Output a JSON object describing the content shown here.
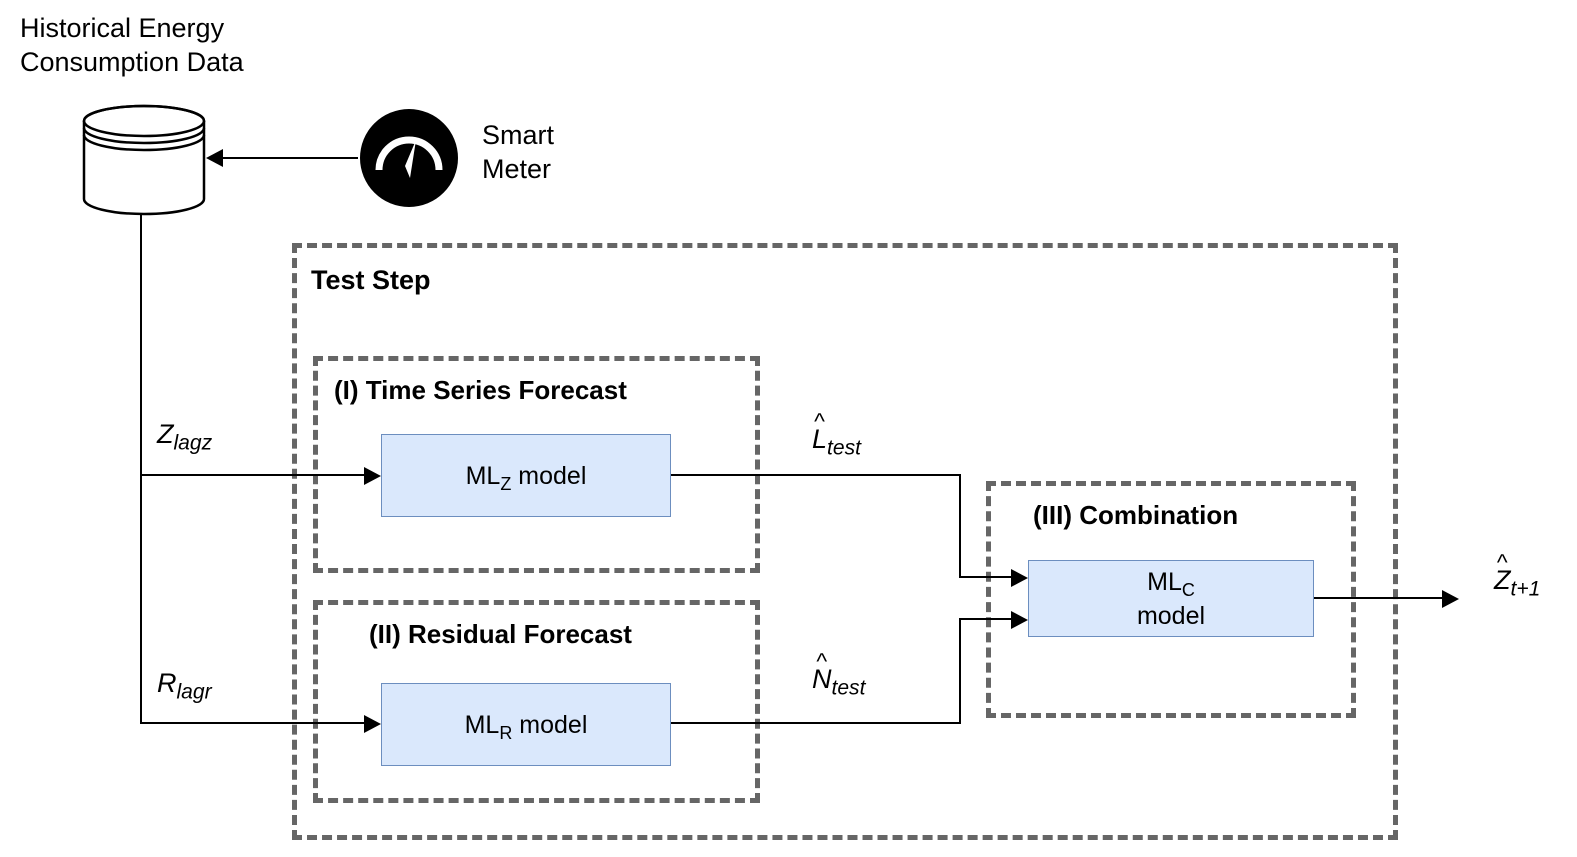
{
  "diagram": {
    "title": "Historical Energy Consumption Data",
    "source_label": "Historical Energy\nConsumption Data",
    "smart_meter_label": "Smart\nMeter",
    "icons": {
      "database": "database-cylinder-icon",
      "smart_meter": "gauge-meter-icon"
    },
    "outer_group": {
      "label": "Test Step"
    },
    "groups": [
      {
        "id": "I",
        "label": "(I) Time Series Forecast"
      },
      {
        "id": "II",
        "label": "(II) Residual Forecast"
      },
      {
        "id": "III",
        "label": "(III) Combination"
      }
    ],
    "blocks": [
      {
        "id": "mlz",
        "prefix": "ML",
        "subscript": "Z",
        "suffix": " model",
        "line2": ""
      },
      {
        "id": "mlr",
        "prefix": "ML",
        "subscript": "R",
        "suffix": " model",
        "line2": ""
      },
      {
        "id": "mlc",
        "prefix": "ML",
        "subscript": "C",
        "suffix": "",
        "line2": "model"
      }
    ],
    "signals": {
      "input_top": {
        "base": "Z",
        "sub": "lagz",
        "hat": false
      },
      "input_bottom": {
        "base": "R",
        "sub": "lagr",
        "hat": false
      },
      "mid_top": {
        "base": "L",
        "sub": "test",
        "hat": true,
        "hat_glyph": "^"
      },
      "mid_bottom": {
        "base": "N",
        "sub": "test",
        "hat": true,
        "hat_glyph": "^"
      },
      "output": {
        "base": "Z",
        "sub": "t+1",
        "hat": true,
        "hat_glyph": "^"
      }
    },
    "colors": {
      "box_fill": "#dae8fc",
      "box_stroke": "#6c8ebf",
      "dashed_stroke": "#666666",
      "line": "#000000",
      "icon_fill": "#000000"
    }
  }
}
